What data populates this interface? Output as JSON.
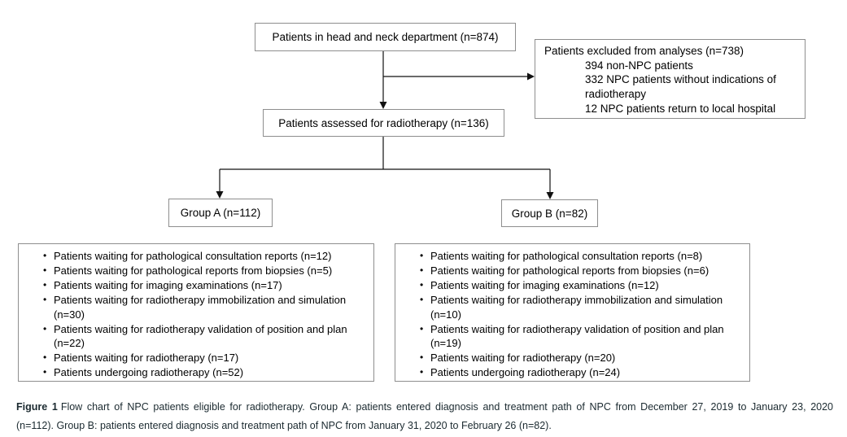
{
  "colors": {
    "border": "#8e8e8e",
    "line": "#111111",
    "text": "#000000",
    "caption": "#1b2a30"
  },
  "icons": {
    "bullet": "•"
  },
  "flowchart": {
    "top_box": {
      "label": "Patients in head and neck department (n=874)"
    },
    "excluded_box": {
      "title": "Patients excluded from analyses (n=738)",
      "items": [
        "394 non-NPC patients",
        "332 NPC patients without indications of radiotherapy",
        "12 NPC patients return to local hospital"
      ]
    },
    "assessed_box": {
      "label": "Patients assessed for radiotherapy (n=136)"
    },
    "group_a_box": {
      "label": "Group A (n=112)"
    },
    "group_b_box": {
      "label": "Group B (n=82)"
    },
    "group_a_details": {
      "items": [
        "Patients waiting for pathological consultation reports (n=12)",
        "Patients waiting for pathological reports from biopsies (n=5)",
        "Patients waiting for imaging examinations (n=17)",
        "Patients waiting for radiotherapy immobilization and simulation (n=30)",
        "Patients waiting for radiotherapy validation of position and plan (n=22)",
        "Patients waiting for radiotherapy (n=17)",
        "Patients undergoing radiotherapy (n=52)"
      ]
    },
    "group_b_details": {
      "items": [
        "Patients waiting for pathological consultation reports (n=8)",
        "Patients waiting for pathological reports from biopsies (n=6)",
        "Patients waiting for imaging examinations (n=12)",
        "Patients waiting for radiotherapy immobilization and simulation (n=10)",
        "Patients waiting for radiotherapy validation of position and plan (n=19)",
        "Patients waiting for radiotherapy (n=20)",
        "Patients undergoing radiotherapy (n=24)"
      ]
    }
  },
  "caption": {
    "label": "Figure 1",
    "line1": "Flow chart of NPC patients eligible for radiotherapy. Group A: patients entered diagnosis and treatment path of NPC from December 27, 2019 to January 23, 2020",
    "line2": "(n=112). Group B: patients entered diagnosis and treatment path of NPC from January 31, 2020 to February 26 (n=82)."
  }
}
